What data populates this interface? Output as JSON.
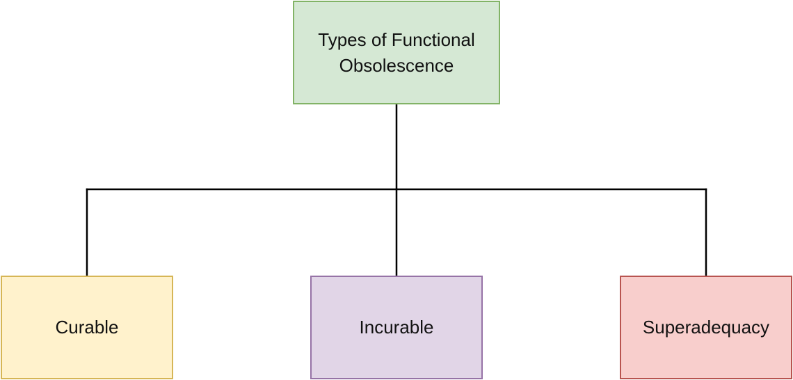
{
  "diagram": {
    "root": {
      "label": "Types of Functional\nObsolescence",
      "fill": "#d5e8d4",
      "stroke": "#82b366"
    },
    "children": [
      {
        "label": "Curable",
        "fill": "#fff2cc",
        "stroke": "#d6b656"
      },
      {
        "label": "Incurable",
        "fill": "#e1d5e7",
        "stroke": "#9673a6"
      },
      {
        "label": "Superadequacy",
        "fill": "#f8cecc",
        "stroke": "#b85450"
      }
    ],
    "connector_color": "#000000"
  }
}
